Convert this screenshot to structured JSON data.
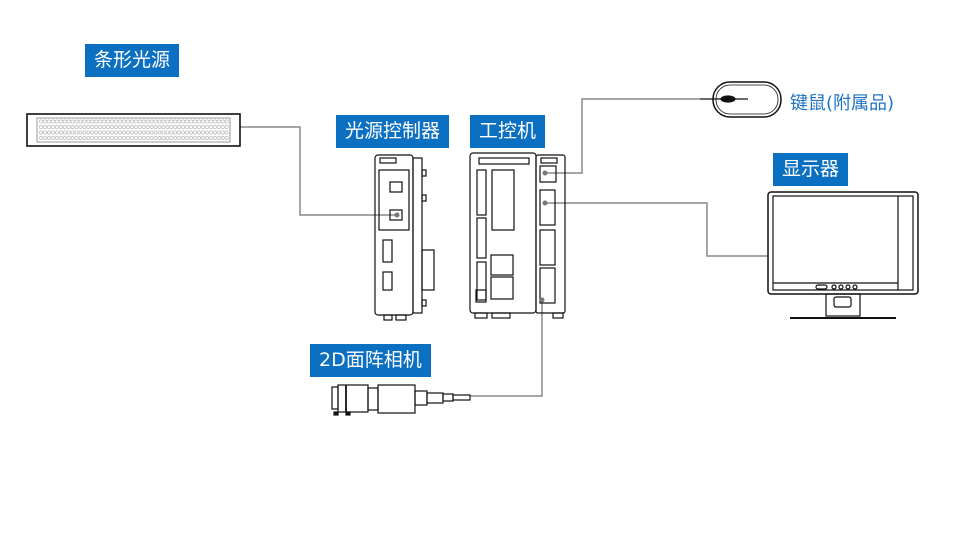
{
  "labels": {
    "strip_light": "条形光源",
    "light_controller": "光源控制器",
    "ipc": "工控机",
    "keyboard_mouse": "键鼠(附属品)",
    "monitor": "显示器",
    "camera": "2D面阵相机"
  },
  "colors": {
    "label_bg": "#0b6fc2",
    "cable": "#888888",
    "outline": "#111111"
  }
}
